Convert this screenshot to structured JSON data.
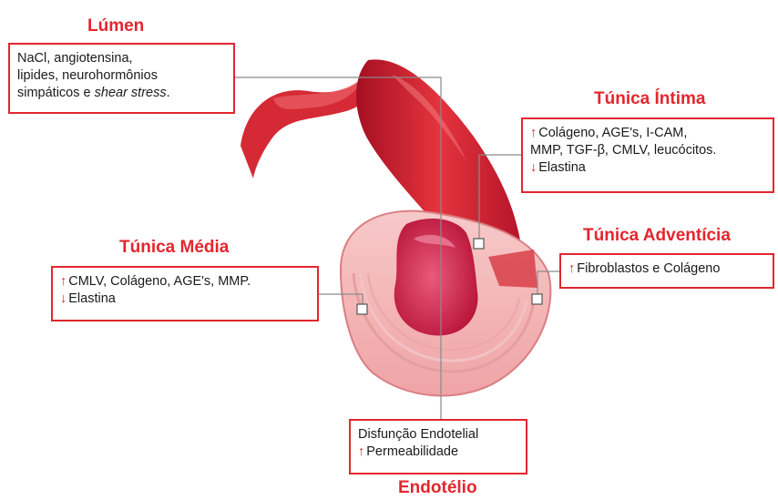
{
  "lumen": {
    "title": "Lúmen",
    "line1": "NaCl, angiotensina,",
    "line2": "lipides, neurohormônios",
    "line3_prefix": "simpáticos e ",
    "line3_italic": "shear stress",
    "line3_suffix": "."
  },
  "intima": {
    "title": "Túnica Íntima",
    "up_arrow": "↑",
    "down_arrow": "↓",
    "line1": "Colágeno, AGE's, I-CAM,",
    "line2": "MMP, TGF-β, CMLV, leucócitos.",
    "line3": "Elastina"
  },
  "media": {
    "title": "Túnica Média",
    "up_arrow": "↑",
    "down_arrow": "↓",
    "line1": "CMLV, Colágeno, AGE's, MMP.",
    "line2": "Elastina"
  },
  "adventicia": {
    "title": "Túnica Adventícia",
    "up_arrow": "↑",
    "line1": "Fibroblastos e Colágeno"
  },
  "endotelio": {
    "title": "Endotélio",
    "up_arrow": "↑",
    "line1": "Disfunção Endotelial",
    "line2": "Permeabilidade"
  },
  "colors": {
    "accent": "#e3262f",
    "vessel_dark": "#c2182c",
    "vessel_light": "#f3a9ad",
    "leader": "#8a8a8a"
  }
}
